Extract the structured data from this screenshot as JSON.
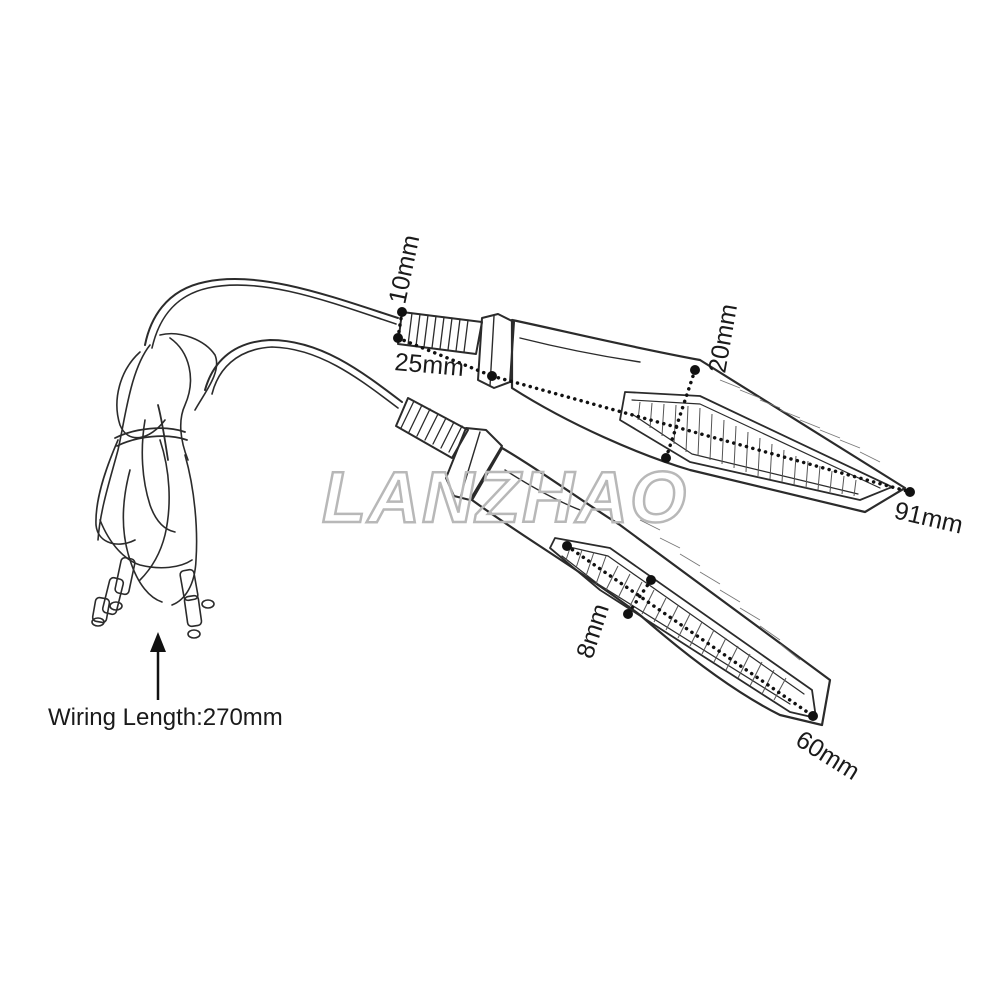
{
  "diagram": {
    "watermark": "LANZHAO",
    "wiring_label": "Wiring Length:270mm",
    "dimensions": {
      "thread_diameter": "10mm",
      "thread_length": "25mm",
      "body_height": "20mm",
      "total_length": "91mm",
      "lens_width": "8mm",
      "lens_length": "60mm"
    }
  },
  "colors": {
    "line": "#2b2b2b",
    "dimension": "#111111",
    "watermark": "#b8b8b8",
    "background": "#ffffff"
  }
}
